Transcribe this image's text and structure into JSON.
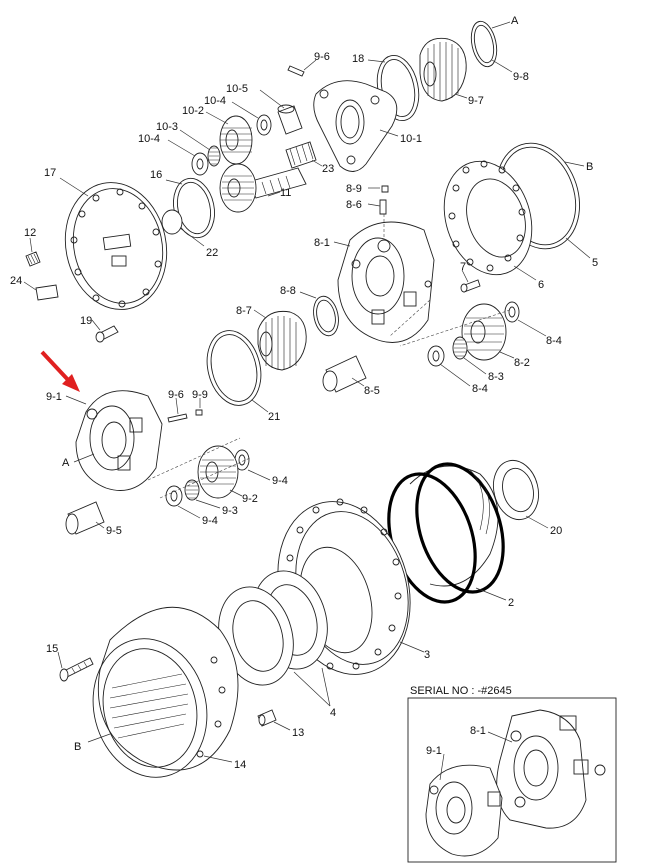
{
  "labels": {
    "A_top": "A",
    "p9_8": "9-8",
    "p18": "18",
    "p9_6_top": "9-6",
    "p9_7": "9-7",
    "p10_1": "10-1",
    "p10_5": "10-5",
    "p10_4a": "10-4",
    "p10_2": "10-2",
    "p10_3": "10-3",
    "p10_4b": "10-4",
    "p16": "16",
    "p23": "23",
    "p11": "11",
    "p17": "17",
    "p22": "22",
    "p12": "12",
    "p24": "24",
    "p19": "19",
    "B_right": "B",
    "p8_9": "8-9",
    "p8_6": "8-6",
    "p8_1": "8-1",
    "p5": "5",
    "p7": "7",
    "p6": "6",
    "p8_8": "8-8",
    "p8_7": "8-7",
    "p8_4a": "8-4",
    "p8_2": "8-2",
    "p8_3": "8-3",
    "p8_4b": "8-4",
    "p8_5": "8-5",
    "p21": "21",
    "p9_1": "9-1",
    "p9_6_mid": "9-6",
    "p9_9": "9-9",
    "A_left": "A",
    "p9_4a": "9-4",
    "p9_2": "9-2",
    "p9_3": "9-3",
    "p9_4b": "9-4",
    "p9_5": "9-5",
    "p20": "20",
    "p2": "2",
    "p3": "3",
    "p4": "4",
    "p15": "15",
    "B_left": "B",
    "p13": "13",
    "p14": "14",
    "i8_1": "8-1",
    "i9_1": "9-1"
  },
  "serial": {
    "label": "SERIAL NO : -#2645"
  },
  "colors": {
    "arrow": "#e02020",
    "line": "#222222"
  }
}
